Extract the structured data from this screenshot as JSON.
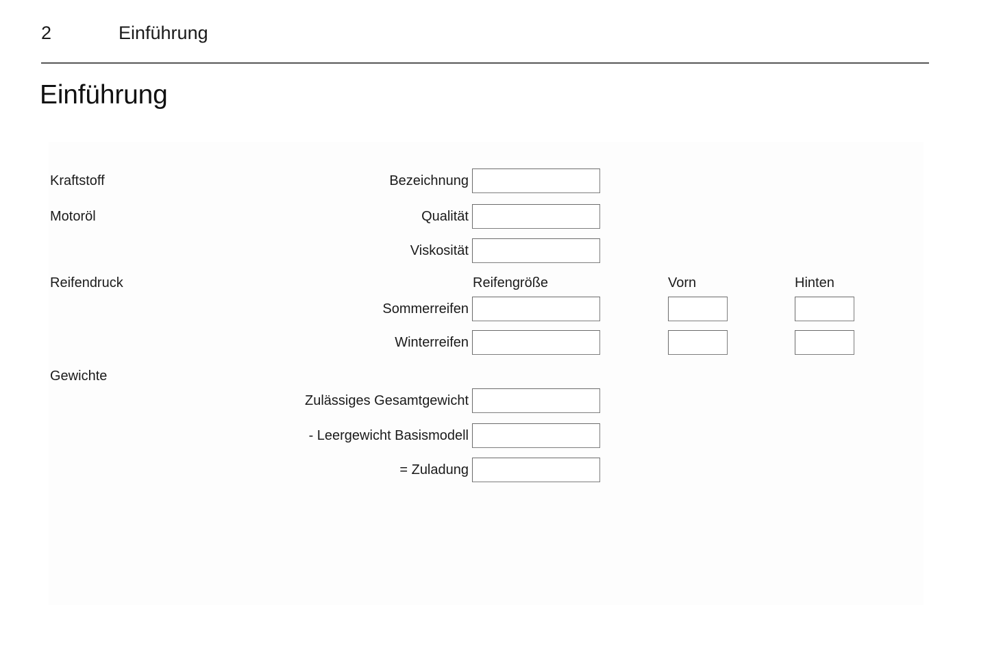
{
  "header": {
    "folio": "2",
    "running_title": "Einführung"
  },
  "chapter": {
    "title": "Einführung"
  },
  "sections": {
    "fuel": {
      "label": "Kraftstoff"
    },
    "engine_oil": {
      "label": "Motoröl"
    },
    "tyre_pressure": {
      "label": "Reifendruck"
    },
    "weights": {
      "label": "Gewichte"
    }
  },
  "columns": {
    "tyre_size": "Reifengröße",
    "front": "Vorn",
    "rear": "Hinten"
  },
  "rows": {
    "designation": {
      "caption": "Bezeichnung",
      "value": ""
    },
    "quality": {
      "caption": "Qualität",
      "value": ""
    },
    "viscosity": {
      "caption": "Viskosität",
      "value": ""
    },
    "summer_tyres": {
      "caption": "Sommerreifen",
      "size": "",
      "front": "",
      "rear": ""
    },
    "winter_tyres": {
      "caption": "Winterreifen",
      "size": "",
      "front": "",
      "rear": ""
    },
    "gross_weight": {
      "caption": "Zulässiges Gesamtgewicht",
      "value": ""
    },
    "kerb_weight": {
      "caption": "- Leergewicht Basismodell",
      "value": ""
    },
    "payload": {
      "caption": "= Zuladung",
      "value": ""
    }
  },
  "colors": {
    "text": "#1a1a1a",
    "rule": "#555555",
    "field_border": "#6a6a6a",
    "page_background": "#ffffff"
  }
}
